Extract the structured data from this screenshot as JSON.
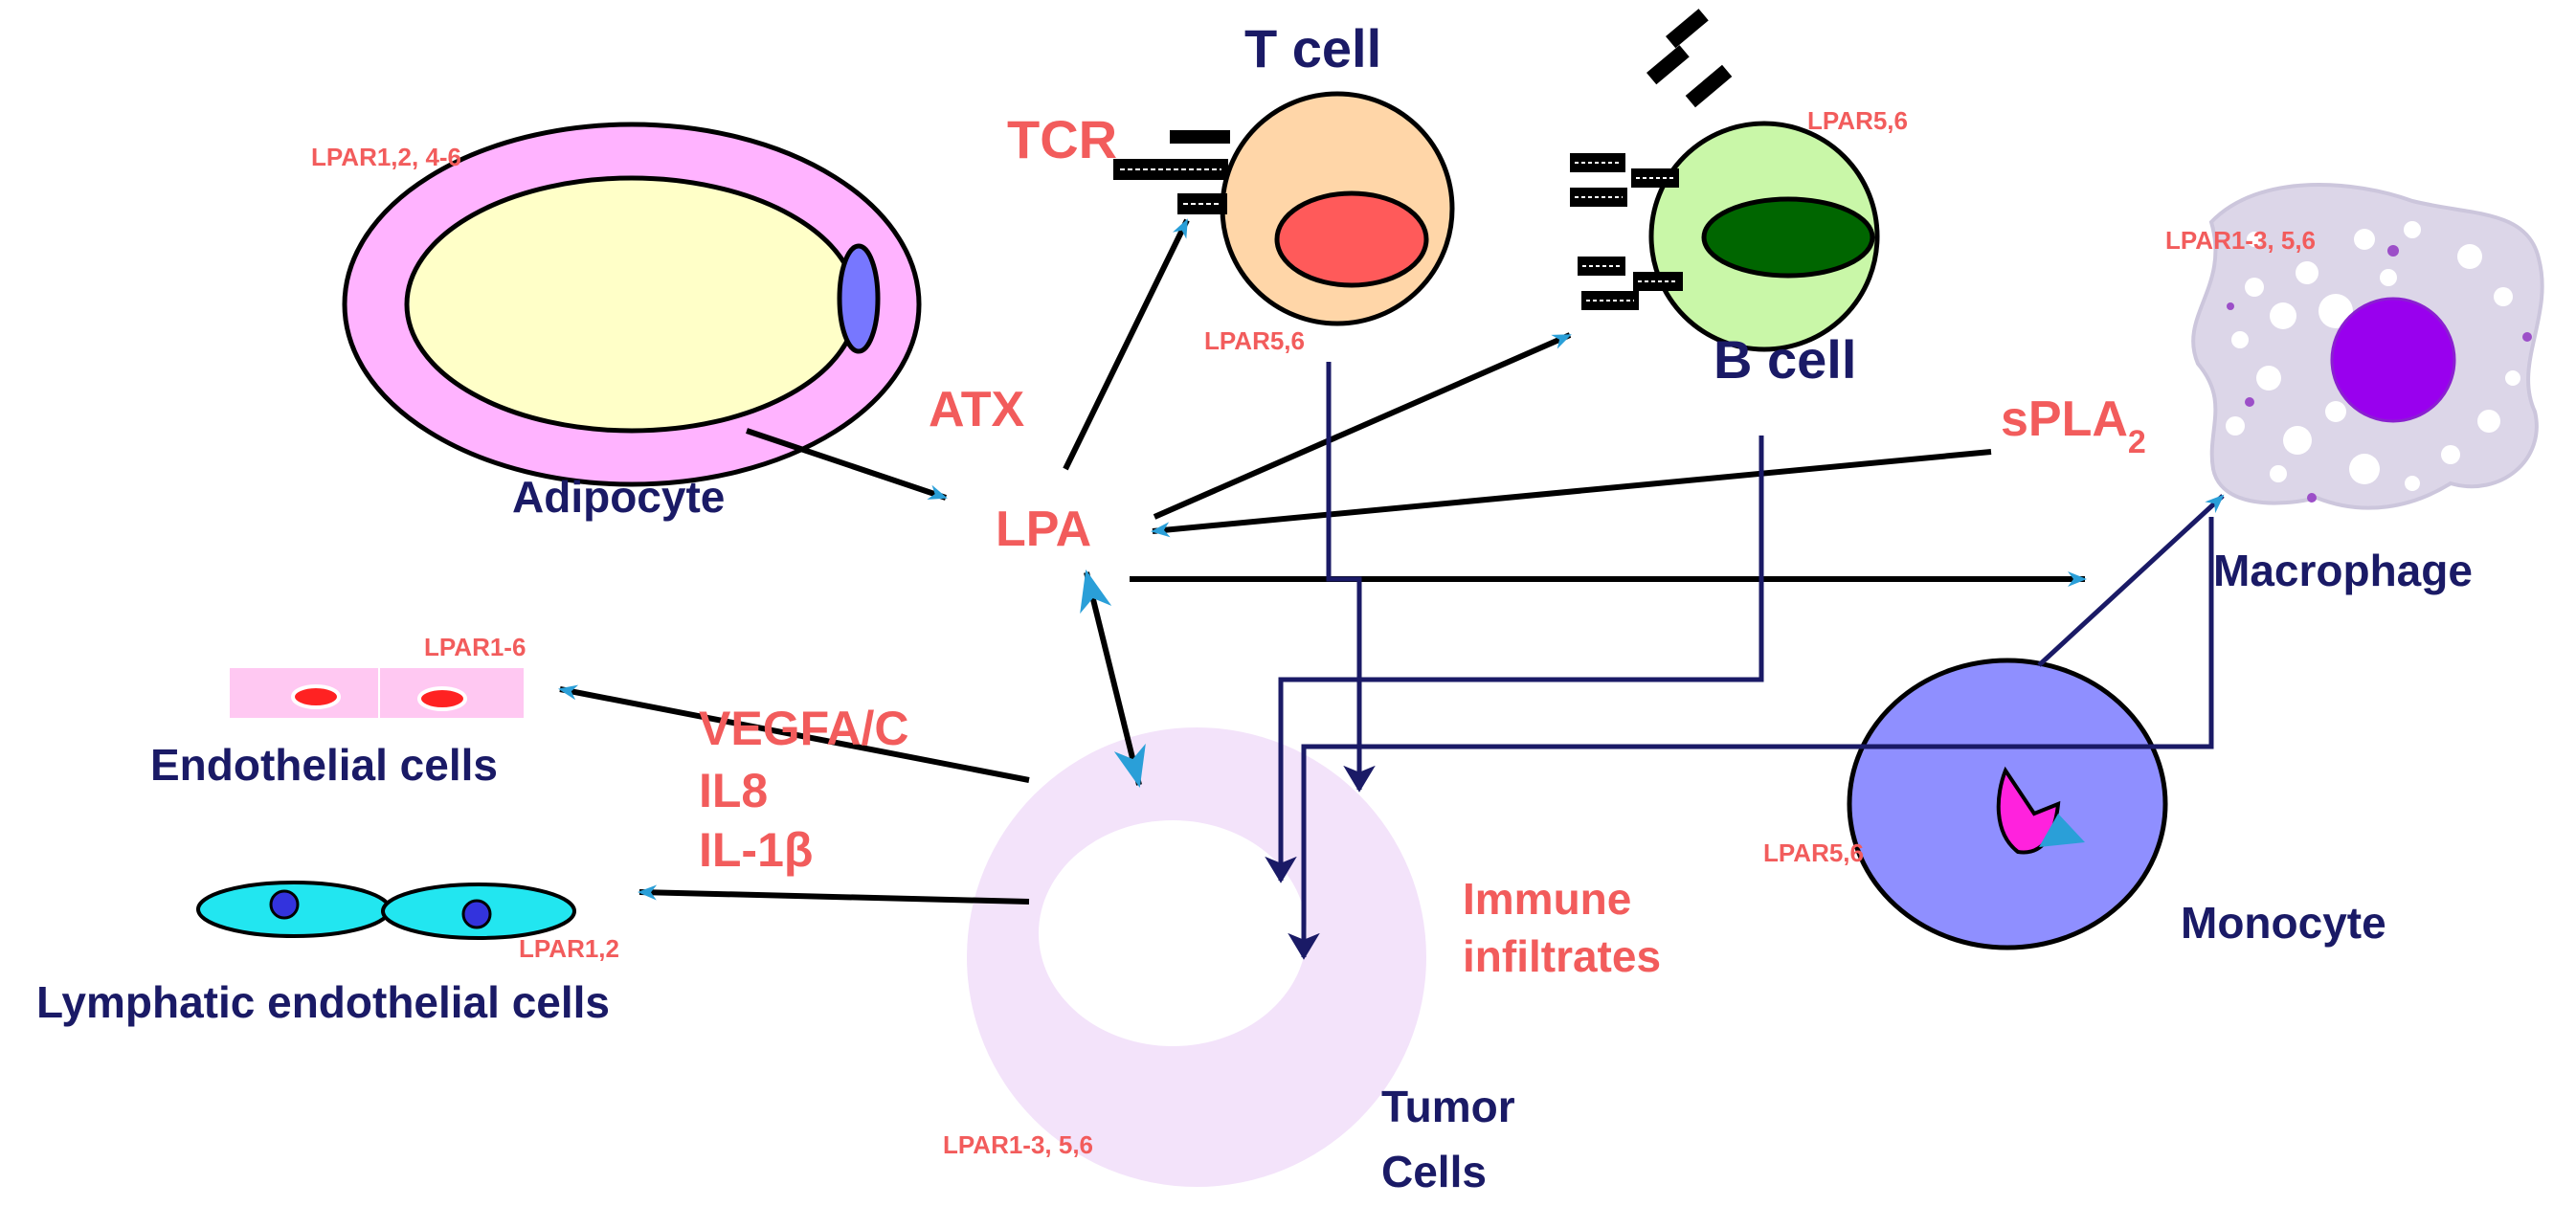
{
  "cells": {
    "adipocyte": "Adipocyte",
    "t_cell": "T cell",
    "b_cell": "B cell",
    "macrophage": "Macrophage",
    "monocyte": "Monocyte",
    "endothelial": "Endothelial cells",
    "lymphatic": "Lymphatic endothelial cells",
    "tumor_line1": "Tumor",
    "tumor_line2": "Cells"
  },
  "receptors": {
    "adipocyte": "LPAR1,2, 4-6",
    "t_cell": "LPAR5,6",
    "b_cell": "LPAR5,6",
    "macrophage": "LPAR1-3, 5,6",
    "monocyte": "LPAR5,6",
    "endothelial": "LPAR1-6",
    "lymphatic": "LPAR1,2",
    "tumor": "LPAR1-3, 5,6"
  },
  "molecules": {
    "tcr": "TCR",
    "atx": "ATX",
    "lpa": "LPA",
    "spla2_base": "sPLA",
    "spla2_sub": "2",
    "vegf": "VEGFA/C",
    "il8": "IL8",
    "il1b": "IL-1β",
    "immune_line1": "Immune",
    "immune_line2": "infiltrates"
  },
  "colors": {
    "navy": "#1a1a66",
    "red": "#f25c5c",
    "blue_arrow": "#2a9fd8",
    "adipocyte_outer": "#ffb3ff",
    "adipocyte_inner": "#ffffc8",
    "t_cell": "#ffd6a8",
    "t_cell_nucleus": "#ff5a5a",
    "b_cell": "#c9f7a8",
    "b_cell_nucleus": "#006600",
    "macrophage": "#dcd6e8",
    "macrophage_nucleus": "#9900ee",
    "monocyte": "#8f8fff",
    "monocyte_nucleus": "#ff22dd",
    "tumor": "#f3e3fa",
    "endothelial": "#ffc8f2",
    "lymphatic": "#22e6f0"
  }
}
